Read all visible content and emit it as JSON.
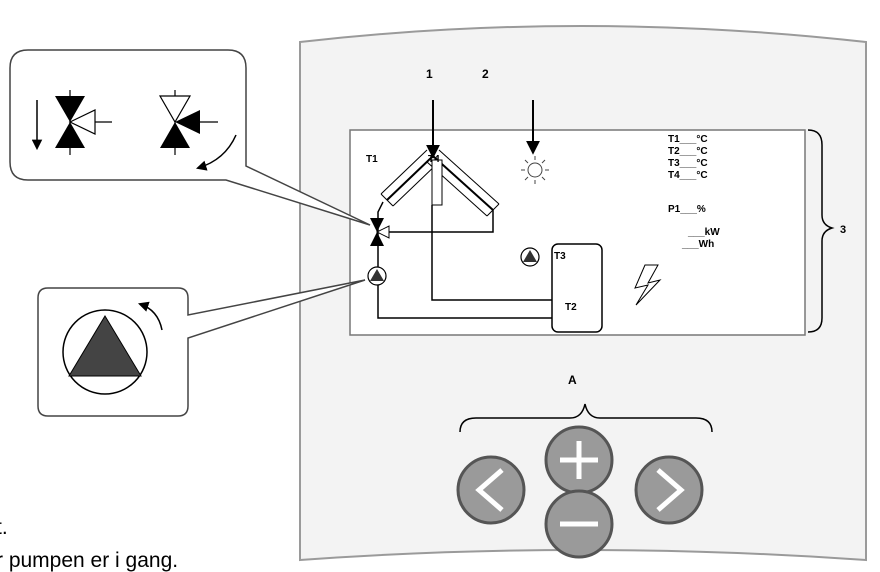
{
  "callouts": {
    "one": "1",
    "two": "2",
    "three": "3",
    "a": "A"
  },
  "schematic": {
    "t1": "T1",
    "t4": "T4",
    "t3": "T3",
    "t2": "T2"
  },
  "readouts": {
    "t1": "T1___°C",
    "t2": "T2___°C",
    "t3": "T3___°C",
    "t4": "T4___°C",
    "p1": "P1___%",
    "kw": "___kW",
    "wh": "___Wh"
  },
  "doc_text": {
    "line1": "t.",
    "line2": "r pumpen er i gang."
  },
  "buttons": {
    "left": "<",
    "plus": "+",
    "minus": "−",
    "right": ">"
  },
  "colors": {
    "panel": "#f3f3f3",
    "button_fill": "#9a9a9a",
    "button_ring": "#555555",
    "pump": "#333333"
  },
  "icons": [
    "sun-icon",
    "lightning-icon",
    "pump-icon",
    "valve-icon",
    "rotation-arrow-icon"
  ]
}
